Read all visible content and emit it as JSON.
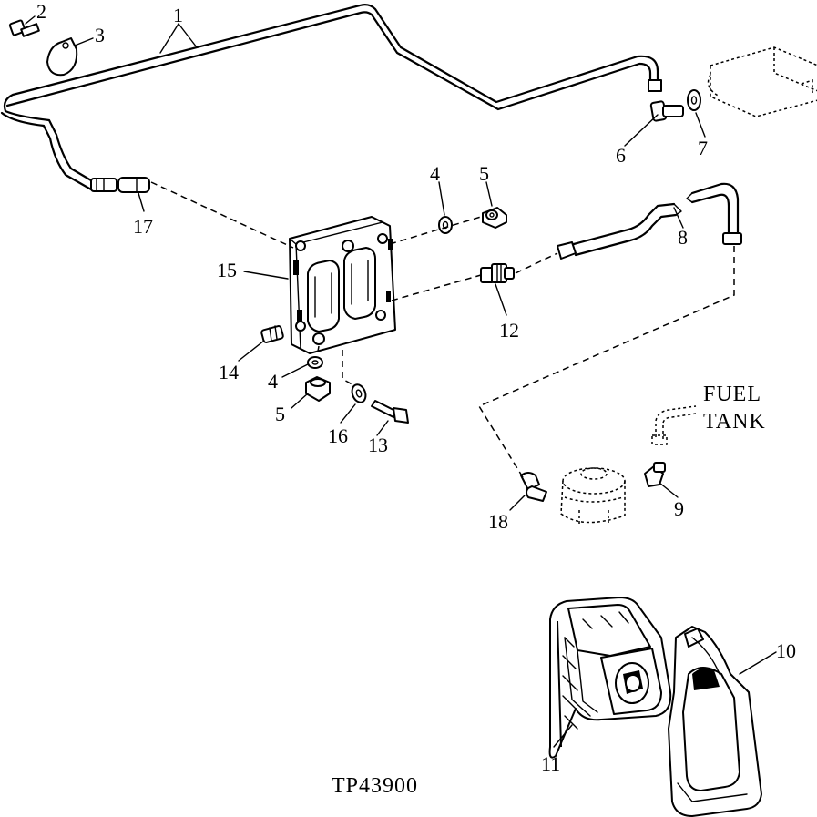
{
  "callouts": {
    "c1": "1",
    "c2": "2",
    "c3": "3",
    "c4a": "4",
    "c4b": "4",
    "c5a": "5",
    "c5b": "5",
    "c6": "6",
    "c7": "7",
    "c8": "8",
    "c9": "9",
    "c10": "10",
    "c11": "11",
    "c12": "12",
    "c13": "13",
    "c14": "14",
    "c15": "15",
    "c16": "16",
    "c17": "17",
    "c18": "18"
  },
  "labels": {
    "fuel": "FUEL",
    "tank": "TANK"
  },
  "figure_id": "TP43900"
}
